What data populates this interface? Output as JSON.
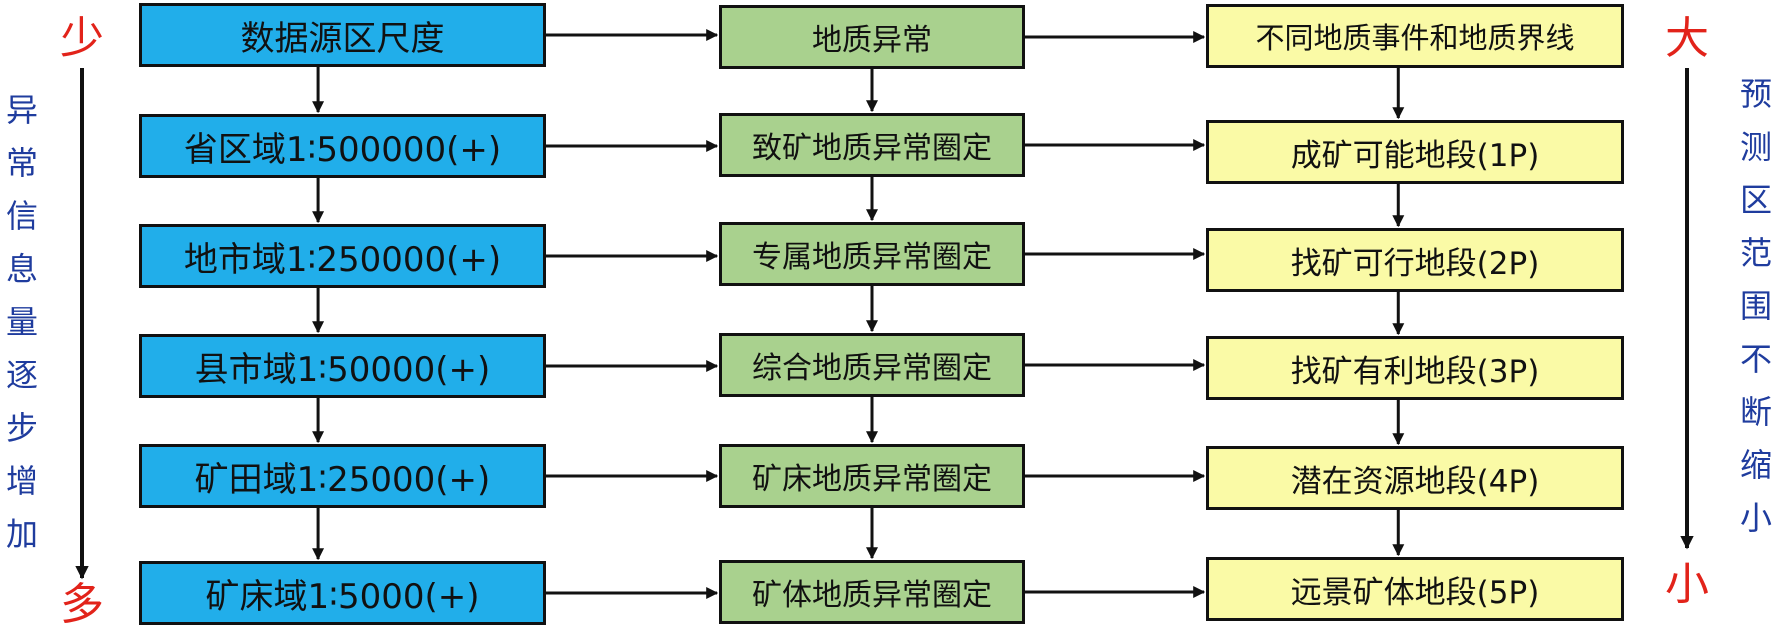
{
  "colors": {
    "scale_box": "#21aeea",
    "anomaly_box": "#a9d18e",
    "target_box": "#fafaa6",
    "side_text": "#1f3c9e",
    "end_word": "#e2231a",
    "arrow": "#111111"
  },
  "rows": [
    {
      "scale": "数据源区尺度",
      "anomaly": "地质异常",
      "target": "不同地质事件和地质界线"
    },
    {
      "scale": "省区域1∶500000(+)",
      "anomaly": "致矿地质异常圈定",
      "target": "成矿可能地段(1P)"
    },
    {
      "scale": "地市域1∶250000(+)",
      "anomaly": "专属地质异常圈定",
      "target": "找矿可行地段(2P)"
    },
    {
      "scale": "县市域1∶50000(+)",
      "anomaly": "综合地质异常圈定",
      "target": "找矿有利地段(3P)"
    },
    {
      "scale": "矿田域1∶25000(+)",
      "anomaly": "矿床地质异常圈定",
      "target": "潜在资源地段(4P)"
    },
    {
      "scale": "矿床域1∶5000(+)",
      "anomaly": "矿体地质异常圈定",
      "target": "远景矿体地段(5P)"
    }
  ],
  "left_axis": {
    "top_word": "少",
    "bottom_word": "多",
    "label": [
      "异",
      "常",
      "信",
      "息",
      "量",
      "逐",
      "步",
      "增",
      "加"
    ]
  },
  "right_axis": {
    "top_word": "大",
    "bottom_word": "小",
    "label": [
      "预",
      "测",
      "区",
      "范",
      "围",
      "不",
      "断",
      "缩",
      "小"
    ]
  }
}
